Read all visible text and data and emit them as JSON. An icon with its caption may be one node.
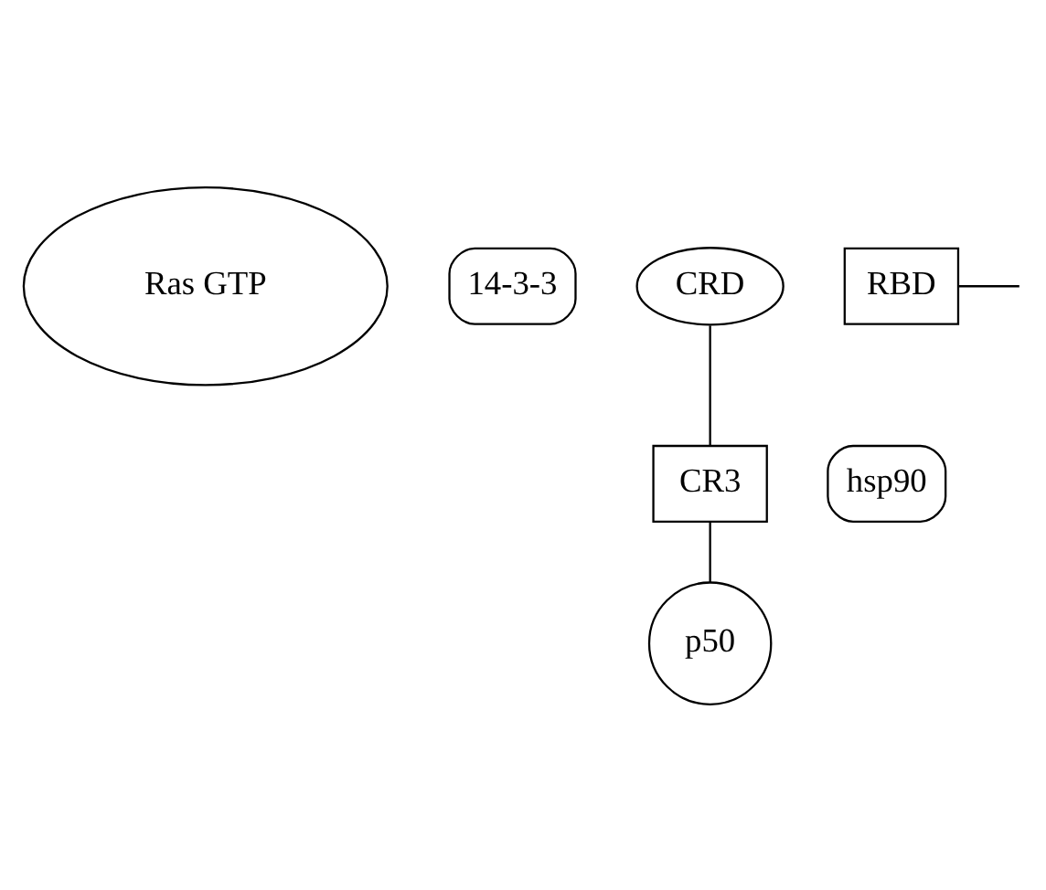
{
  "diagram": {
    "nodes": [
      {
        "text": [
          "Ras GTP"
        ]
      },
      {
        "text": [
          "14-3-3"
        ]
      },
      {
        "text": [
          "CRD"
        ]
      },
      {
        "text": [
          "RBD"
        ]
      },
      {
        "text": [
          "CR3"
        ]
      },
      {
        "text": [
          "hsp90"
        ]
      },
      {
        "text": [
          "p50"
        ]
      }
    ],
    "edges": [
      {
        "from": 2,
        "to": 4,
        "arrow": "none"
      },
      {
        "from": 4,
        "to": 6,
        "arrow": "none"
      },
      {
        "from": 3,
        "to": null,
        "arrow": "none"
      }
    ]
  }
}
